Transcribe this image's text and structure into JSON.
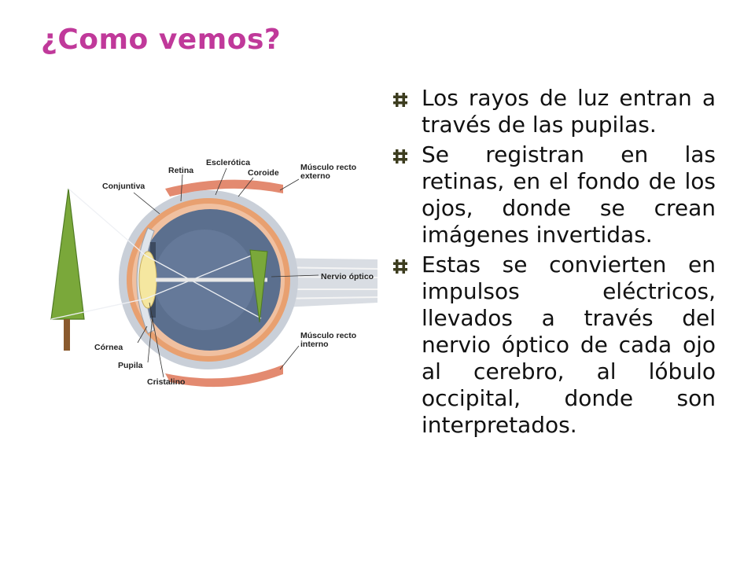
{
  "slide": {
    "title": "¿Como vemos?"
  },
  "diagram": {
    "labels": {
      "conjuntiva": "Conjuntiva",
      "retina": "Retina",
      "esclerotica": "Esclerótica",
      "coroide": "Coroide",
      "musculo_externo_1": "Músculo recto",
      "musculo_externo_2": "externo",
      "nervio": "Nervio óptico",
      "musculo_interno_1": "Músculo recto",
      "musculo_interno_2": "interno",
      "cornea": "Córnea",
      "pupila": "Pupila",
      "cristalino": "Cristalino"
    },
    "icons": [
      "tree-icon",
      "eye-cross-section-icon"
    ]
  },
  "bullets": [
    {
      "text": "Los rayos de luz entran a través de las pupilas."
    },
    {
      "text": "Se registran en las retinas, en el fondo de los ojos, donde se crean imágenes invertidas."
    },
    {
      "text": "Estas se convierten en impulsos eléctricos, llevados a través del nervio óptico de cada ojo al cerebro, al lóbulo occipital, donde son interpretados."
    }
  ],
  "colors": {
    "title": "#c0399a",
    "bullet_icon": "#3d3d1f",
    "sclera": "#c9cfd8",
    "choroid": "#e8a070",
    "retina": "#f0c0a0",
    "vitreous": "#5b6f8e",
    "lens": "#f5e7a0",
    "tree": "#7aa83a"
  }
}
